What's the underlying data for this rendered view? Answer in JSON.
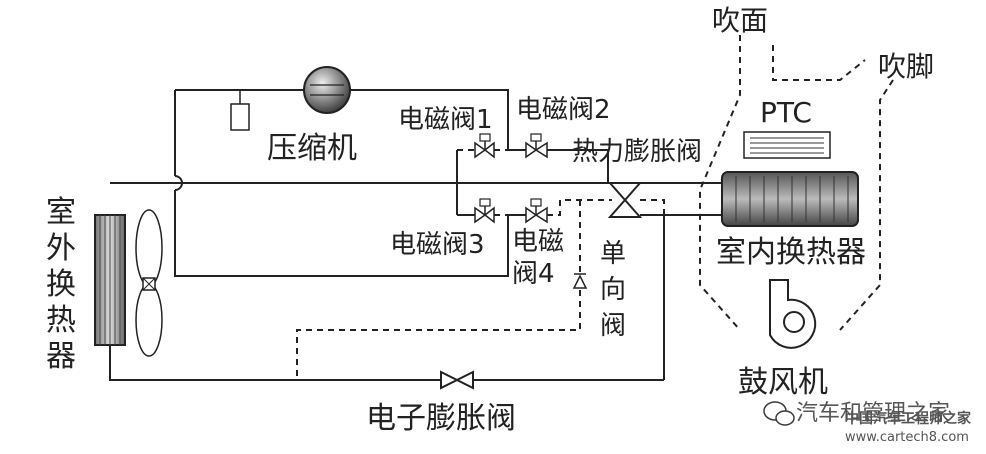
{
  "labels": {
    "compressor": "压缩机",
    "solenoid1": "电磁阀1",
    "solenoid2": "电磁阀2",
    "solenoid3": "电磁阀3",
    "solenoid4_line1": "电磁",
    "solenoid4_line2": "阀4",
    "txv": "热力膨胀阀",
    "ptc": "PTC",
    "indoor_hx": "室内换热器",
    "outdoor_hx": [
      "室",
      "外",
      "换",
      "热",
      "器"
    ],
    "check_valve": [
      "单",
      "向",
      "阀"
    ],
    "blower": "鼓风机",
    "eev": "电子膨胀阀",
    "face_vent": "吹面",
    "foot_vent": "吹脚"
  },
  "watermark": {
    "account": "汽车和管理之家",
    "brand": "中国汽车工程师之家",
    "url": "www.cartech8.com"
  },
  "colors": {
    "line": "#222222",
    "wechat": "#3a3a3a"
  }
}
